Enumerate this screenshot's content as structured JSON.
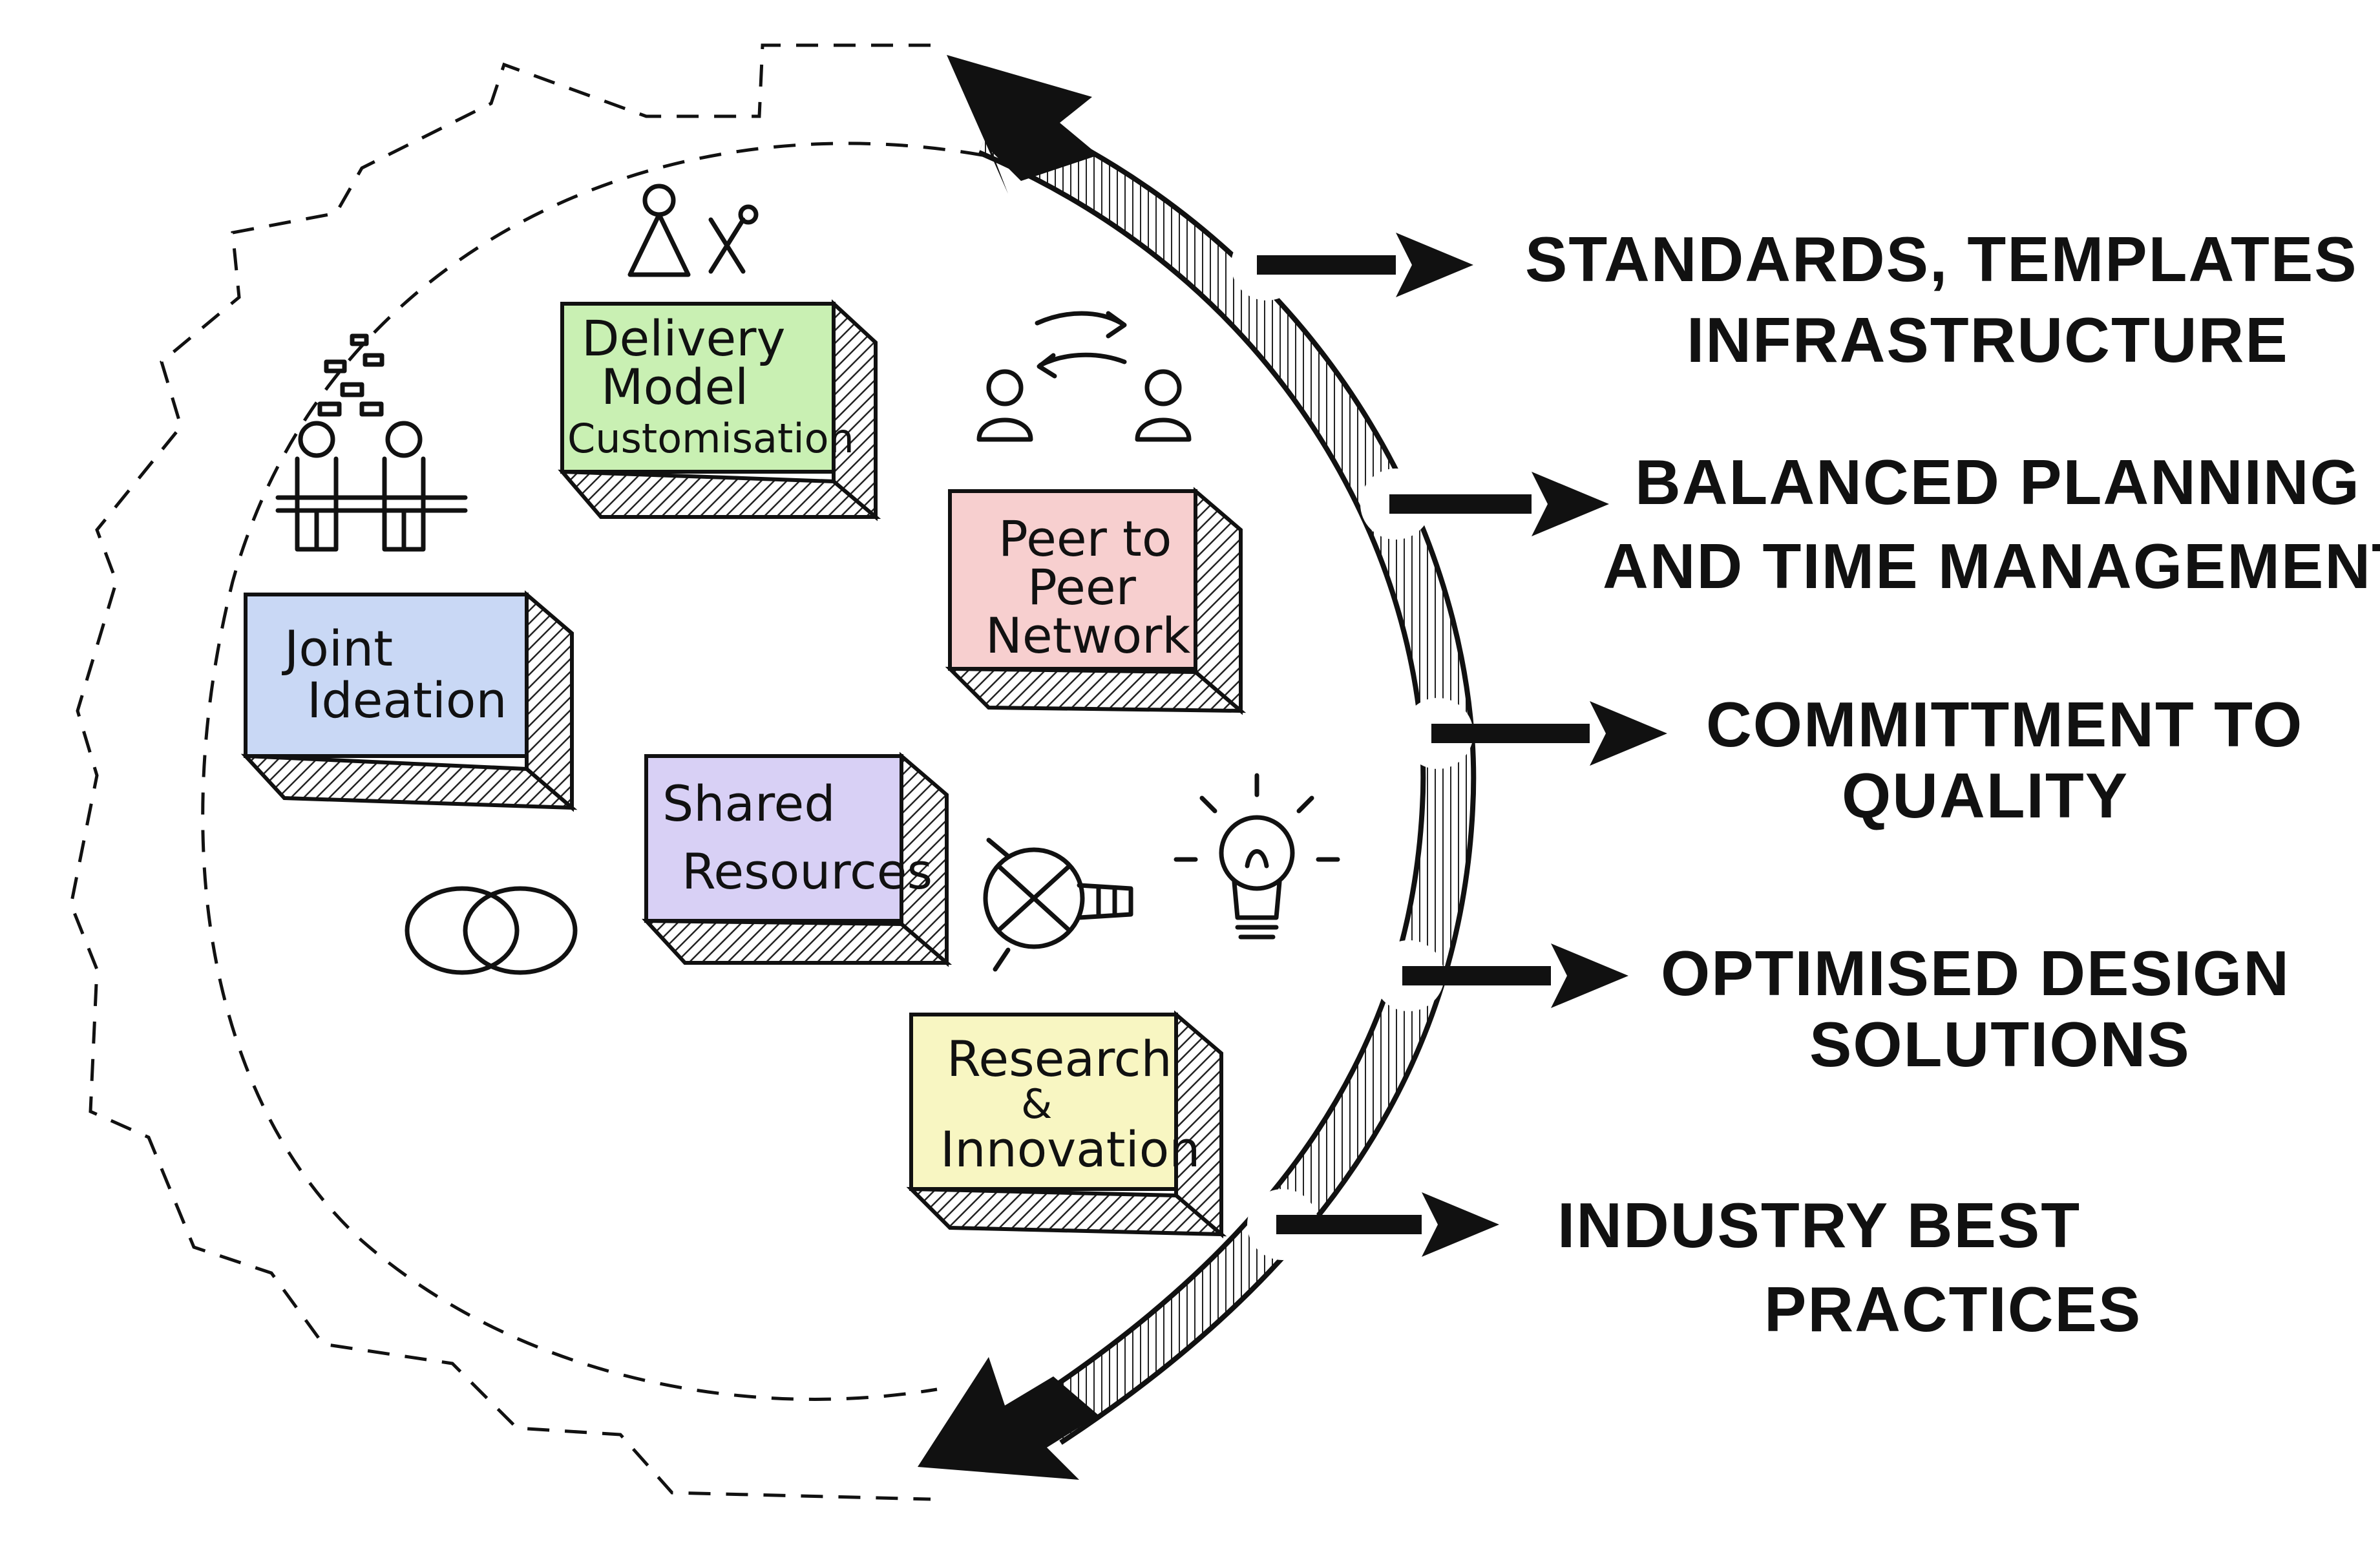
{
  "boxes": [
    {
      "id": "delivery",
      "lines": [
        "Delivery",
        "Model",
        "Customisation"
      ],
      "color": "#c9f0b3"
    },
    {
      "id": "peer",
      "lines": [
        "Peer to",
        "Peer",
        "Network"
      ],
      "color": "#f7cfcf"
    },
    {
      "id": "joint",
      "lines": [
        "Joint",
        "Ideation"
      ],
      "color": "#c9d8f5"
    },
    {
      "id": "shared",
      "lines": [
        "Shared",
        "Resources"
      ],
      "color": "#d8d0f5"
    },
    {
      "id": "research",
      "lines": [
        "Research",
        "&",
        "Innovation"
      ],
      "color": "#f8f6c2"
    }
  ],
  "outcomes": [
    {
      "lines": [
        "STANDARDS, TEMPLATES",
        "INFRASTRUCTURE"
      ]
    },
    {
      "lines": [
        "BALANCED  PLANNING",
        "AND  TIME  MANAGEMENT"
      ]
    },
    {
      "lines": [
        "COMMITTMENT  TO",
        "QUALITY"
      ]
    },
    {
      "lines": [
        "OPTIMISED DESIGN",
        "SOLUTIONS"
      ]
    },
    {
      "lines": [
        "INDUSTRY  BEST",
        "PRACTICES"
      ]
    }
  ],
  "icons": [
    "people-tools-icon",
    "exchange-people-icon",
    "meeting-people-icon",
    "rings-icon",
    "magnifier-icon",
    "lightbulb-icon"
  ],
  "colors": {
    "ink": "#111111",
    "hatch": "#333333"
  }
}
